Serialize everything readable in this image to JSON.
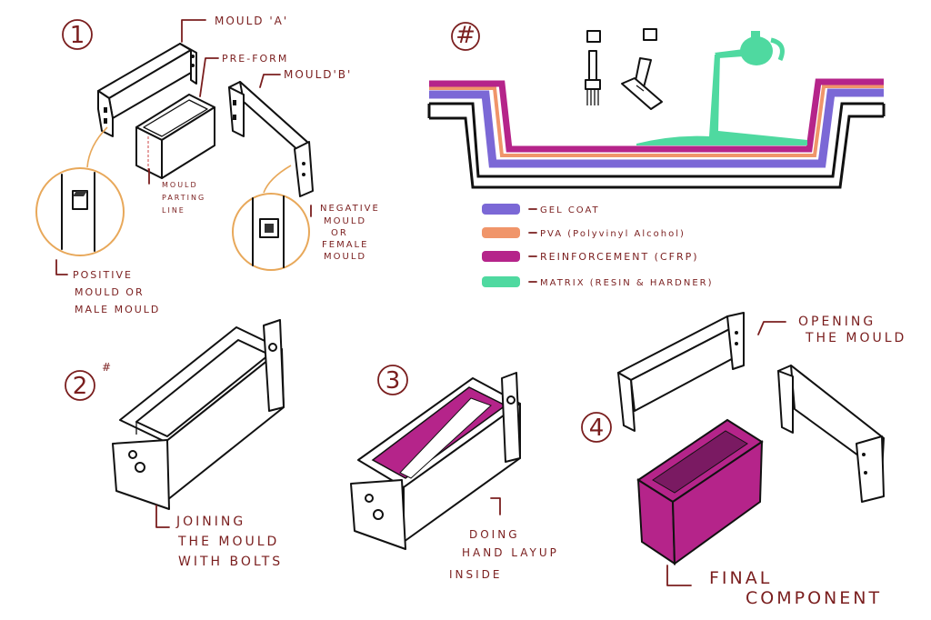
{
  "colors": {
    "ink": "#111111",
    "annotation": "#7a1e1e",
    "gel_coat": "#7b68d6",
    "pva": "#f0956a",
    "reinforcement": "#b5248a",
    "matrix": "#4fd9a0",
    "callout_circle": "#e8a85a"
  },
  "steps": {
    "step1": {
      "number": "1",
      "mould_a": "MOULD 'A'",
      "pre_form": "PRE-FORM",
      "mould_b": "MOULD'B'",
      "parting_line": [
        "MOULD",
        "PARTING",
        "LINE"
      ],
      "positive": [
        "POSITIVE",
        "MOULD OR",
        "MALE MOULD"
      ],
      "negative": [
        "NEGATIVE",
        "MOULD",
        "OR",
        "FEMALE",
        "MOULD"
      ]
    },
    "layup": {
      "symbol": "#",
      "legend": [
        {
          "label": "GEL COAT",
          "color": "#7b68d6"
        },
        {
          "label": "PVA (Polyvinyl Alcohol)",
          "color": "#f0956a"
        },
        {
          "label": "REINFORCEMENT (CFRP)",
          "color": "#b5248a"
        },
        {
          "label": "MATRIX (RESIN & HARDNER)",
          "color": "#4fd9a0"
        }
      ],
      "tool_icons": [
        "brush-icon",
        "roller-icon",
        "watering-can-icon"
      ]
    },
    "step2": {
      "number": "2",
      "superscript": "#",
      "caption": [
        "JOINING",
        "THE MOULD",
        "WITH BOLTS"
      ]
    },
    "step3": {
      "number": "3",
      "caption": [
        "DOING",
        "HAND LAYUP",
        "INSIDE"
      ]
    },
    "step4": {
      "number": "4",
      "opening": [
        "OPENING",
        "THE MOULD"
      ],
      "final": [
        "FINAL",
        "COMPONENT"
      ]
    }
  }
}
